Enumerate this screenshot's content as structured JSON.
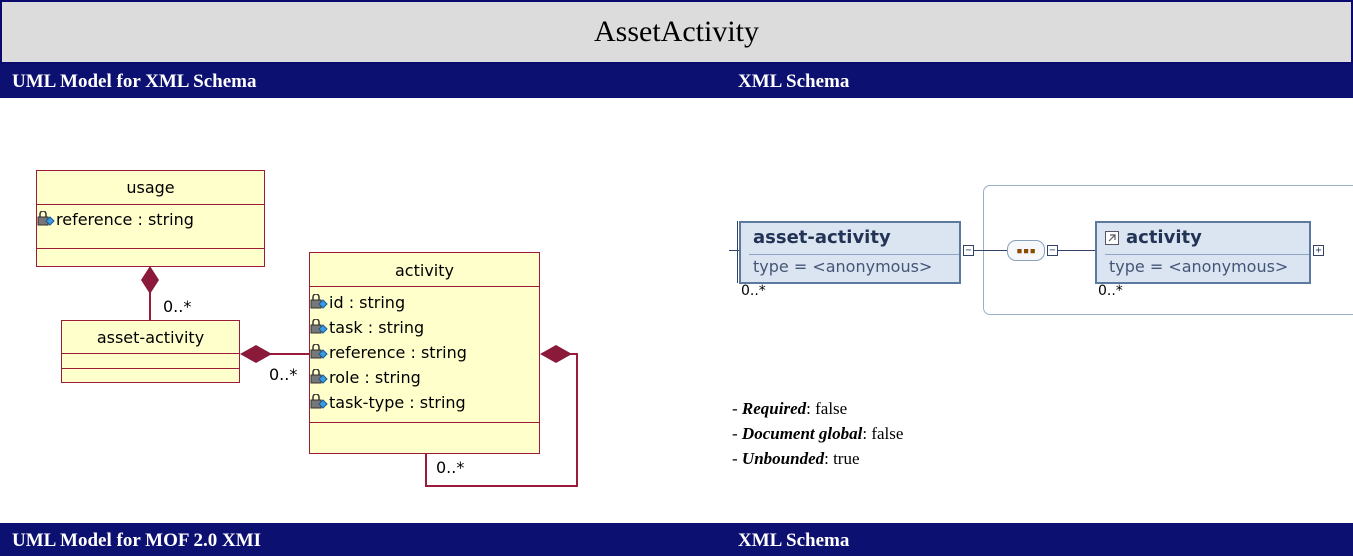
{
  "title": "AssetActivity",
  "sections": {
    "uml_xml": "UML Model for XML Schema",
    "xml_schema_1": "XML Schema",
    "uml_mof": "UML Model for MOF 2.0 XMI",
    "xml_schema_2": "XML Schema"
  },
  "uml": {
    "usage": {
      "name": "usage",
      "attributes": [
        "reference : string"
      ]
    },
    "asset_activity": {
      "name": "asset-activity",
      "attributes": []
    },
    "activity": {
      "name": "activity",
      "attributes": [
        "id : string",
        "task : string",
        "reference : string",
        "role : string",
        "task-type : string"
      ]
    },
    "mult_usage": "0..*",
    "mult_activity": "0..*",
    "mult_self": "0..*"
  },
  "xsd": {
    "asset_activity": {
      "name": "asset-activity",
      "type": "type = <anonymous>",
      "mult": "0..*"
    },
    "activity": {
      "name": "activity",
      "type": "type = <anonymous>",
      "mult": "0..*"
    }
  },
  "properties": [
    {
      "key": "Required",
      "value": ": false"
    },
    {
      "key": "Document global",
      "value": ": false"
    },
    {
      "key": "Unbounded",
      "value": ": true"
    }
  ],
  "colors": {
    "header_bg": "#0c1070",
    "title_bg": "#dcdcdc",
    "uml_fill": "#ffffcc",
    "uml_border": "#9b1b3b",
    "xsd_fill": "#dbe5f1"
  }
}
